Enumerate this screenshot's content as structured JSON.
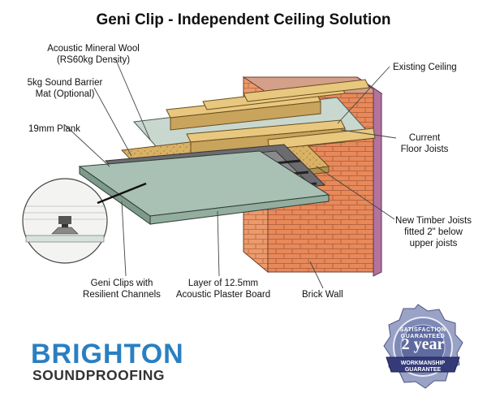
{
  "title": "Geni Clip - Independent Ceiling Solution",
  "labels": {
    "wool": [
      "Acoustic Mineral Wool",
      "(RS60kg Density)"
    ],
    "mat": [
      "5kg Sound Barrier",
      "Mat (Optional)"
    ],
    "plank": "19mm Plank",
    "existing": "Existing Ceiling",
    "joists": [
      "Current",
      "Floor Joists"
    ],
    "newjoists": [
      "New Timber Joists",
      "fitted 2\" below",
      "upper joists"
    ],
    "clips": [
      "Geni Clips with",
      "Resilient Channels"
    ],
    "plaster": [
      "Layer of 12.5mm",
      "Acoustic Plaster Board"
    ],
    "brick": "Brick Wall"
  },
  "logo": {
    "line1": "BRIGHTON",
    "line2": "SOUNDPROOFING"
  },
  "seal": {
    "top": "SATISFACTION GUARANTEED",
    "center": "2 year",
    "banner": "WORKMANSHIP GUARANTEE"
  },
  "colors": {
    "brick": "#e8895a",
    "wall_side": "#b2739e",
    "timber": "#e8c77f",
    "wool": "#d9b267",
    "plaster": "#a9c1b4",
    "logo_blue": "#2a7fc1"
  }
}
